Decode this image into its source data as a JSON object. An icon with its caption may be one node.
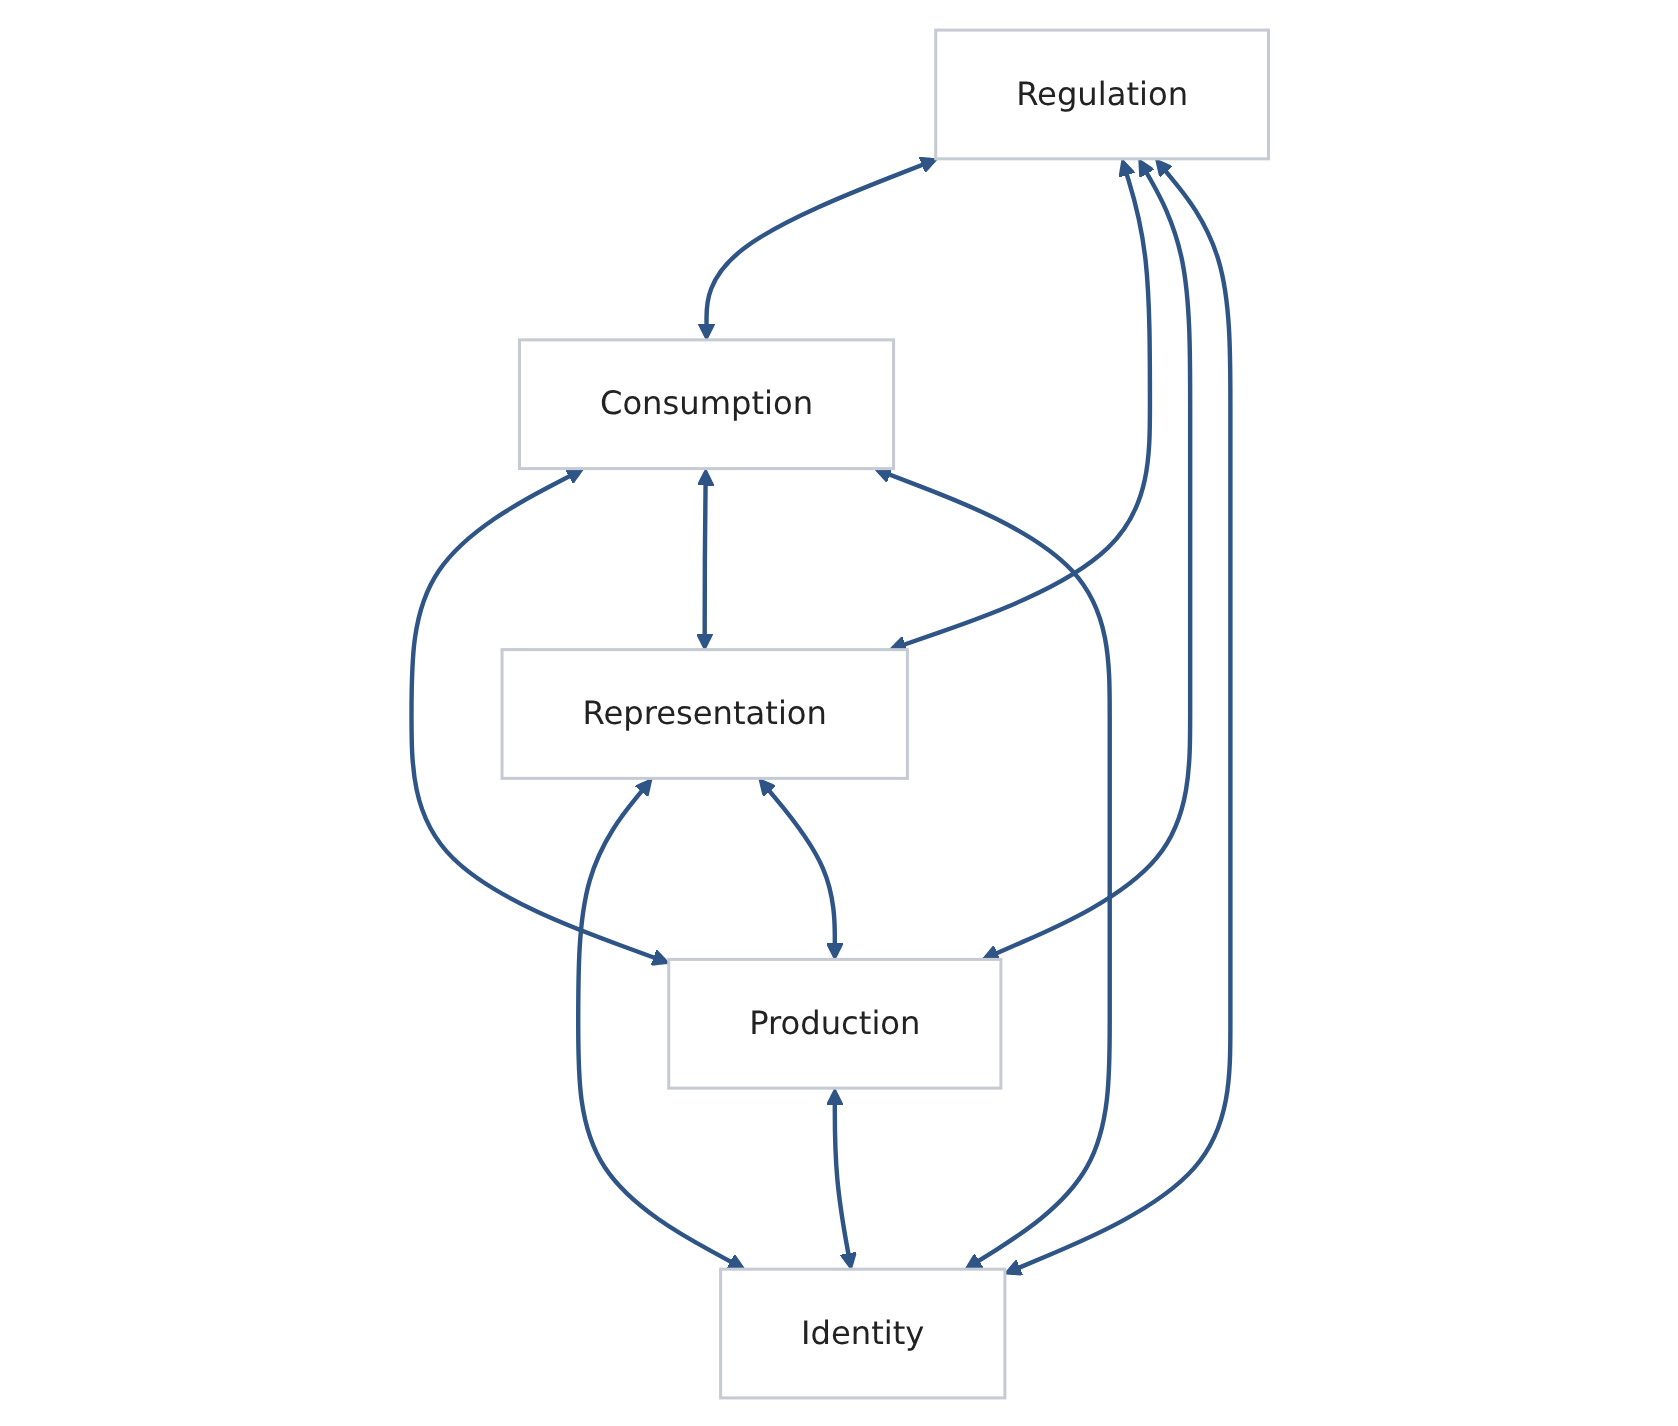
{
  "diagram": {
    "nodes": [
      {
        "text": [
          "Regulation"
        ]
      },
      {
        "text": [
          "Consumption"
        ]
      },
      {
        "text": [
          "Representation"
        ]
      },
      {
        "text": [
          "Production"
        ]
      },
      {
        "text": [
          "Identity"
        ]
      }
    ],
    "edges": [
      {
        "from": 0,
        "to": 1,
        "arrow": "both"
      },
      {
        "from": 0,
        "to": 2,
        "arrow": "both"
      },
      {
        "from": 1,
        "to": 3,
        "arrow": "both"
      },
      {
        "from": 2,
        "to": 4,
        "arrow": "both"
      },
      {
        "from": 3,
        "to": 4,
        "arrow": "both"
      },
      {
        "from": 0,
        "to": 3,
        "arrow": "both"
      },
      {
        "from": 0,
        "to": 4,
        "arrow": "both"
      },
      {
        "from": 1,
        "to": 2,
        "arrow": "both"
      },
      {
        "from": 1,
        "to": 4,
        "arrow": "both"
      },
      {
        "from": 2,
        "to": 3,
        "arrow": "both"
      }
    ]
  }
}
